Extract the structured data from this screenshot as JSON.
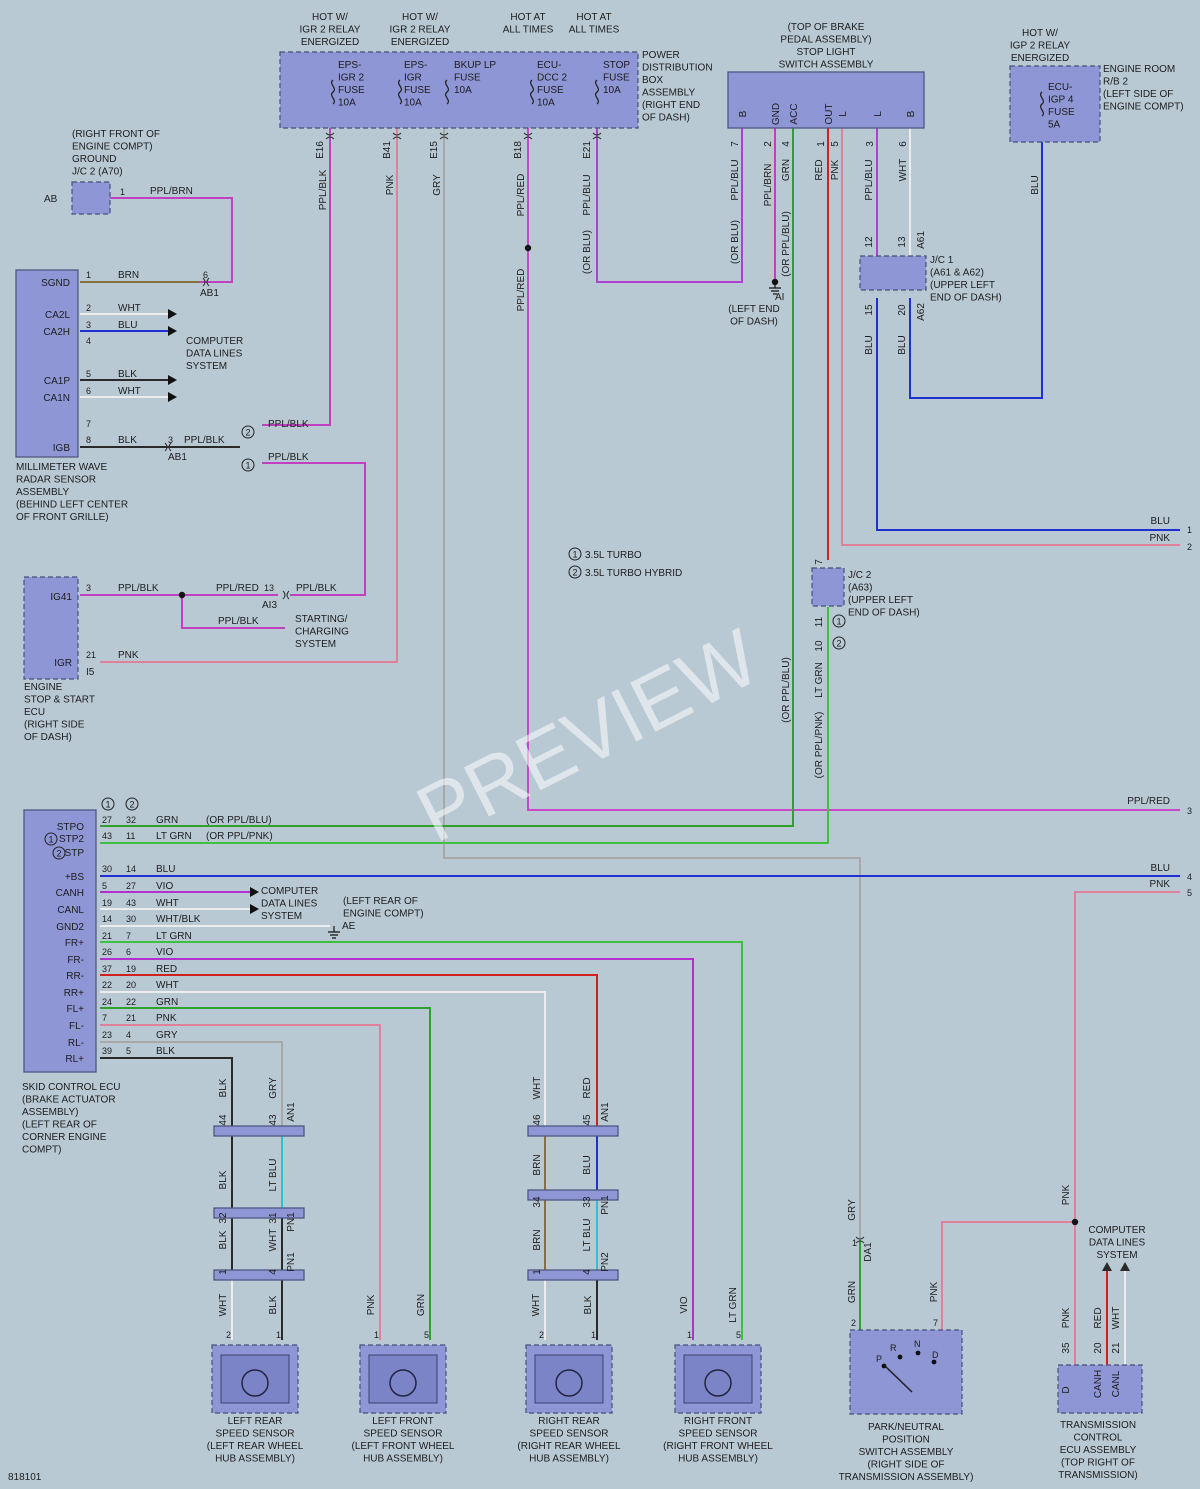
{
  "diagram_id": "818101",
  "watermark": "PREVIEW",
  "colors": {
    "PPL_BLK": "#c040c0",
    "PPL_BRN": "#c040c0",
    "PNK": "#e0809a",
    "GRY": "#a8a8a8",
    "PPL_RED": "#c848c8",
    "PPL_BLU": "#b040d0",
    "BLU": "#2030d0",
    "BRN": "#8a7040",
    "WHT": "#ececec",
    "BLK": "#2a2a2a",
    "GRN": "#30a030",
    "LT_GRN": "#40c040",
    "VIO": "#b030d0",
    "RED": "#d02020",
    "LT_BLU": "#30c0d0",
    "WHT_BLK": "#ececec"
  },
  "hot_labels": [
    "HOT W/\nIGR 2 RELAY\nENERGIZED",
    "HOT W/\nIGR 2 RELAY\nENERGIZED",
    "HOT AT\nALL TIMES",
    "HOT AT\nALL TIMES"
  ],
  "pdb": {
    "label": "POWER\nDISTRIBUTION\nBOX\nASSEMBLY\n(RIGHT END\nOF DASH)",
    "fuses": [
      "EPS-\nIGR 2\nFUSE\n10A",
      "EPS-\nIGR\nFUSE\n10A",
      "BKUP LP\nFUSE\n10A",
      "ECU-\nDCC 2\nFUSE\n10A",
      "STOP\nFUSE\n10A"
    ],
    "pins": [
      "E16",
      "B41",
      "E15",
      "B18",
      "E21"
    ]
  },
  "stop_switch": {
    "label": "(TOP OF BRAKE\nPEDAL ASSEMBLY)\nSTOP LIGHT\nSWITCH ASSEMBLY",
    "terms": [
      "B",
      "GND",
      "ACC",
      "OUT",
      "L",
      "L",
      "B"
    ],
    "pins": [
      "7",
      "2",
      "4",
      "1",
      "5",
      "3",
      "6"
    ]
  },
  "engine_room": {
    "hot": "HOT W/\nIGP 2 RELAY\nENERGIZED",
    "label": "ENGINE ROOM\nR/B 2\n(LEFT SIDE OF\nENGINE COMPT)",
    "fuse": "ECU-\nIGP 4\nFUSE\n5A"
  },
  "ground_ab": {
    "label": "(RIGHT FRONT OF\nENGINE COMPT)\nGROUND\nJ/C 2 (A70)",
    "connector": "AB",
    "pin": "1",
    "wire": "PPL/BRN"
  },
  "radar": {
    "label": "MILLIMETER WAVE\nRADAR SENSOR\nASSEMBLY\n(BEHIND LEFT CENTER\nOF FRONT GRILLE)",
    "terms": [
      "SGND",
      "CA2L",
      "CA2H",
      "CA1P",
      "CA1N",
      "IGB"
    ],
    "pins": [
      "1",
      "2",
      "3",
      "4",
      "5",
      "6",
      "7",
      "8"
    ],
    "wires": [
      "BRN",
      "WHT",
      "BLU",
      "BLK",
      "WHT",
      "BLK",
      "PPL/BLK",
      "PPL/BLK",
      "PPL/BLK"
    ],
    "conn": [
      "AB1",
      "AB1"
    ],
    "conn_pins": [
      "6",
      "3"
    ],
    "cdl": "COMPUTER\nDATA LINES\nSYSTEM"
  },
  "jc1": {
    "label": "J/C 1\n(A61 & A62)\n(UPPER LEFT\nEND OF DASH)",
    "pins": [
      "12",
      "13",
      "15",
      "20"
    ],
    "conns": [
      "A61",
      "A62"
    ]
  },
  "ground_ai": {
    "connector": "AI",
    "label": "(LEFT END\nOF DASH)"
  },
  "wire_labels_top": [
    "PPL/BLK",
    "PNK",
    "GRY",
    "PPL/RED",
    "PPL/BLU",
    "(OR BLU)",
    "PPL/BLU",
    "(OR BLU)",
    "PPL/BRN",
    "(OR PPL/BLU)",
    "GRN",
    "RED",
    "PNK",
    "PPL/BLU",
    "WHT",
    "BLU",
    "BLU",
    "BLU",
    "PPL/RED"
  ],
  "variants": [
    "3.5L TURBO",
    "3.5L TURBO HYBRID"
  ],
  "variant_marks": [
    "1",
    "2"
  ],
  "jc2": {
    "label": "J/C 2\n(A63)\n(UPPER LEFT\nEND OF DASH)",
    "pins": [
      "7",
      "11",
      "10"
    ]
  },
  "engine_ecu": {
    "label": "ENGINE\nSTOP & START\nECU\n(RIGHT SIDE\nOF DASH)",
    "terms": [
      "IG41",
      "IGR"
    ],
    "pins": [
      "3",
      "21"
    ],
    "wires": [
      "PPL/BLK",
      "PPL/RED",
      "PPL/BLK",
      "PPL/BLK",
      "PNK"
    ],
    "conn": [
      "AI3",
      "I5"
    ],
    "conn_pin": "13",
    "starting": "STARTING/\nCHARGING\nSYSTEM"
  },
  "skid": {
    "label": "SKID CONTROL ECU\n(BRAKE ACTUATOR\nASSEMBLY)\n(LEFT REAR OF\nCORNER ENGINE\nCOMPT)",
    "terms": [
      "STPO",
      "STP2",
      "STP",
      "+BS",
      "CANH",
      "CANL",
      "GND2",
      "FR+",
      "FR-",
      "RR-",
      "RR+",
      "FL+",
      "FL-",
      "RL-",
      "RL+"
    ],
    "cols": [
      [
        "27",
        "43",
        "30",
        "5",
        "19",
        "14",
        "21",
        "26",
        "37",
        "22",
        "24",
        "7",
        "23",
        "39"
      ],
      [
        "32",
        "11",
        "14",
        "27",
        "43",
        "30",
        "7",
        "6",
        "19",
        "20",
        "22",
        "21",
        "4",
        "5"
      ]
    ],
    "wires": [
      "GRN",
      "LT GRN",
      "BLU",
      "VIO",
      "WHT",
      "WHT/BLK",
      "LT GRN",
      "VIO",
      "RED",
      "WHT",
      "GRN",
      "PNK",
      "GRY",
      "BLK"
    ],
    "or_labels": [
      "(OR PPL/BLU)",
      "(OR PPL/PNK)"
    ],
    "cdl": "COMPUTER\nDATA LINES\nSYSTEM",
    "ground": "(LEFT REAR OF\nENGINE COMPT)",
    "ground_conn": "AE"
  },
  "right_edge": {
    "labels": [
      "BLU",
      "PNK",
      "PPL/RED",
      "BLU",
      "PNK"
    ],
    "nums": [
      "1",
      "2",
      "3",
      "4",
      "5"
    ]
  },
  "sensors": [
    {
      "label": "LEFT REAR\nSPEED SENSOR\n(LEFT REAR WHEEL\nHUB ASSEMBLY)",
      "pins": [
        "2",
        "1"
      ],
      "wires": [
        "WHT",
        "BLK"
      ]
    },
    {
      "label": "LEFT FRONT\nSPEED SENSOR\n(LEFT FRONT WHEEL\nHUB ASSEMBLY)",
      "pins": [
        "1",
        "5"
      ],
      "wires": [
        "PNK",
        "GRN"
      ]
    },
    {
      "label": "RIGHT REAR\nSPEED SENSOR\n(RIGHT REAR WHEEL\nHUB ASSEMBLY)",
      "pins": [
        "2",
        "1"
      ],
      "wires": [
        "WHT",
        "BLK"
      ]
    },
    {
      "label": "RIGHT FRONT\nSPEED SENSOR\n(RIGHT FRONT WHEEL\nHUB ASSEMBLY)",
      "pins": [
        "1",
        "5"
      ],
      "wires": [
        "VIO",
        "LT GRN"
      ]
    }
  ],
  "inline_lr": {
    "upper": [
      "BLK",
      "GRY"
    ],
    "upper_pins": [
      "44",
      "43"
    ],
    "mid": [
      "BLK",
      "LT BLU"
    ],
    "lower_pins": [
      "32",
      "31"
    ],
    "lower": [
      "BLK",
      "WHT"
    ],
    "low_pins": [
      "1",
      "4"
    ],
    "conns": [
      "AN1",
      "PN1",
      "PN1"
    ]
  },
  "inline_rr": {
    "upper": [
      "WHT",
      "RED"
    ],
    "upper_pins": [
      "46",
      "45"
    ],
    "mid": [
      "BRN",
      "BLU"
    ],
    "lower_pins": [
      "34",
      "33"
    ],
    "lower": [
      "BRN",
      "LT BLU"
    ],
    "low_pins": [
      "1",
      "4"
    ],
    "conns": [
      "AN1",
      "PN1",
      "PN2"
    ]
  },
  "pnp": {
    "label": "PARK/NEUTRAL\nPOSITION\nSWITCH ASSEMBLY\n(RIGHT SIDE OF\nTRANSMISSION ASSEMBLY)",
    "wires": [
      "GRY",
      "GRN",
      "PNK"
    ],
    "pins": [
      "2",
      "7"
    ],
    "conn": "DA1",
    "conn_pin": "1",
    "letters": [
      "P",
      "R",
      "N",
      "D"
    ]
  },
  "tcm": {
    "label": "TRANSMISSION\nCONTROL\nECU ASSEMBLY\n(TOP RIGHT OF\nTRANSMISSION)",
    "terms": [
      "D",
      "CANH",
      "CANL"
    ],
    "pins": [
      "35",
      "20",
      "21"
    ],
    "wires": [
      "PNK",
      "PNK",
      "RED",
      "WHT"
    ],
    "cdl": "COMPUTER\nDATA LINES\nSYSTEM"
  }
}
